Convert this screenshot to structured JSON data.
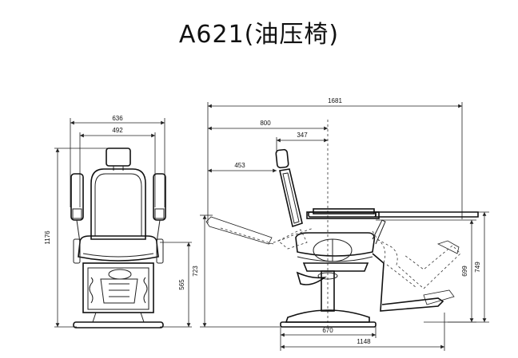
{
  "title": "A621(油压椅)",
  "front_view": {
    "dims": {
      "outer_width": "636",
      "inner_width": "492",
      "total_height": "1176",
      "seat_height": "565"
    }
  },
  "side_view": {
    "dims": {
      "overall_length": "1681",
      "head_to_center": "800",
      "back_to_center": "347",
      "arm_reach": "453",
      "arm_height": "723",
      "base_width": "670",
      "base_depth": "1148",
      "seat_height_699": "699",
      "top_height": "749"
    }
  }
}
